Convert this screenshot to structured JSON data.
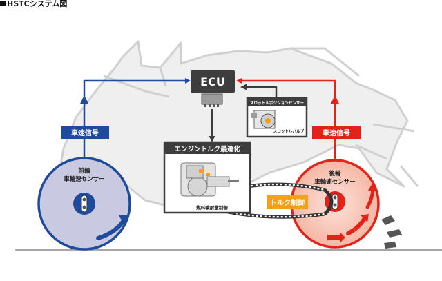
{
  "title": "HSTCシステム図",
  "ecu": {
    "label": "ECU"
  },
  "front_signal_label": "車速信号",
  "rear_signal_label": "車速信号",
  "throttle_box": {
    "title": "スロットルポジションセンサー",
    "valve_label": "スロットルバルブ"
  },
  "engine_box": {
    "title": "エンジントルク最適化",
    "caption": "燃料噴射量制御"
  },
  "front_sensor": {
    "line1": "前輪",
    "line2": "車輪速センサー"
  },
  "rear_sensor": {
    "line1": "後輪",
    "line2": "車輪速センサー"
  },
  "torque_control_label": "トルク制御",
  "colors": {
    "front_blue": "#1f4b9c",
    "rear_red": "#e2231a",
    "front_wheel_fill": "#c9c9e2",
    "rear_wheel_fill": "#f7c4b5",
    "torque_orange": "#f5a01a",
    "ecu_dark": "#3d3d3d",
    "bike_outline": "#d4d4d4"
  }
}
